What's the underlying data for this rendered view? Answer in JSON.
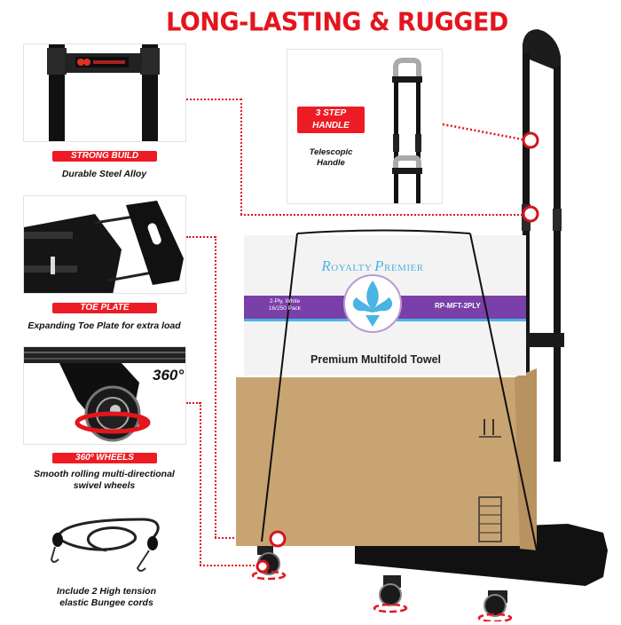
{
  "header": {
    "title": "LONG-LASTING & RUGGED"
  },
  "colors": {
    "accent": "#ed1c24",
    "title": "#e3161e",
    "cardboard": "#c9a473",
    "towel_purple": "#7a3fa8",
    "towel_blue": "#4ab4e4",
    "frame": "#1a1a1a"
  },
  "features": [
    {
      "badge": "STRONG BUILD",
      "caption": "Durable Steel Alloy",
      "icon": "handle-top-icon"
    },
    {
      "badge": "TOE PLATE",
      "caption": "Expanding Toe Plate for extra load",
      "icon": "toe-plate-icon"
    },
    {
      "badge": "360º WHEELS",
      "caption": "Smooth rolling multi-directional swivel wheels",
      "overlay": "360°",
      "icon": "swivel-wheel-icon"
    },
    {
      "badge": "",
      "caption": "Include 2 High tension elastic Bungee cords",
      "icon": "bungee-cord-icon"
    }
  ],
  "handle_callout": {
    "badge_line1": "3 STEP",
    "badge_line2": "HANDLE",
    "caption_line1": "Telescopic",
    "caption_line2": "Handle"
  },
  "product": {
    "top_box": {
      "brand": "ROYALTY PREMIER",
      "brand_initial1": "R",
      "brand_rest1": "OYALTY",
      "brand_initial2": "P",
      "brand_rest2": "REMIER",
      "spec_line1": "2-Ply, White",
      "spec_line2": "16/250 Pack",
      "sku": "RP-MFT-2PLY",
      "product_name": "Premium Multifold Towel"
    }
  }
}
